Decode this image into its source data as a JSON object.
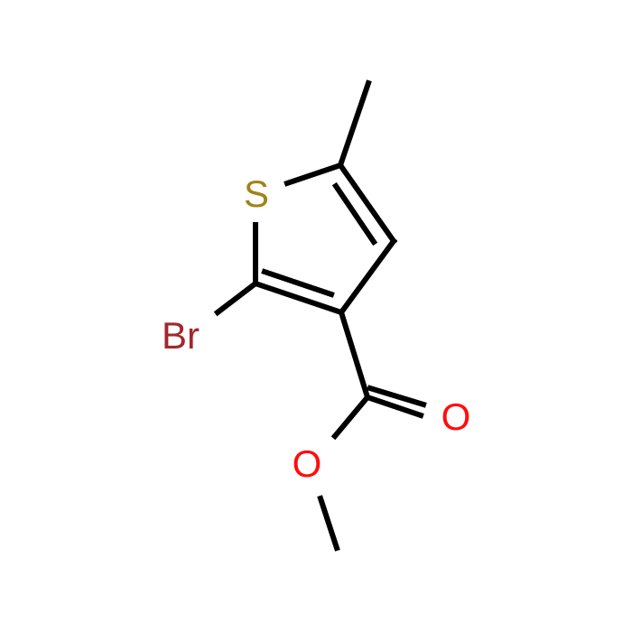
{
  "molecule": {
    "atoms": {
      "S": {
        "label": "S",
        "color": "#a08418"
      },
      "Br": {
        "label": "Br",
        "color": "#a0282d"
      },
      "O1": {
        "label": "O",
        "color": "#ff0d0d"
      },
      "O2": {
        "label": "O",
        "color": "#ff0d0d"
      }
    },
    "bond_color": "#000000"
  }
}
